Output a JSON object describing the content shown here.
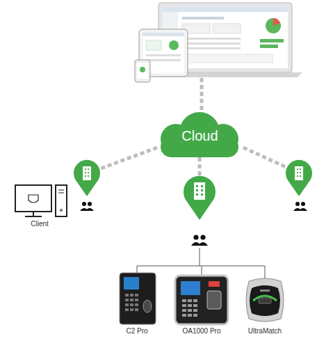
{
  "diagram": {
    "nodes": [
      {
        "text": [
          "Cloud"
        ]
      }
    ],
    "labels": [
      "Client",
      "C2 Pro",
      "OA1000 Pro",
      "UltraMatch"
    ]
  }
}
